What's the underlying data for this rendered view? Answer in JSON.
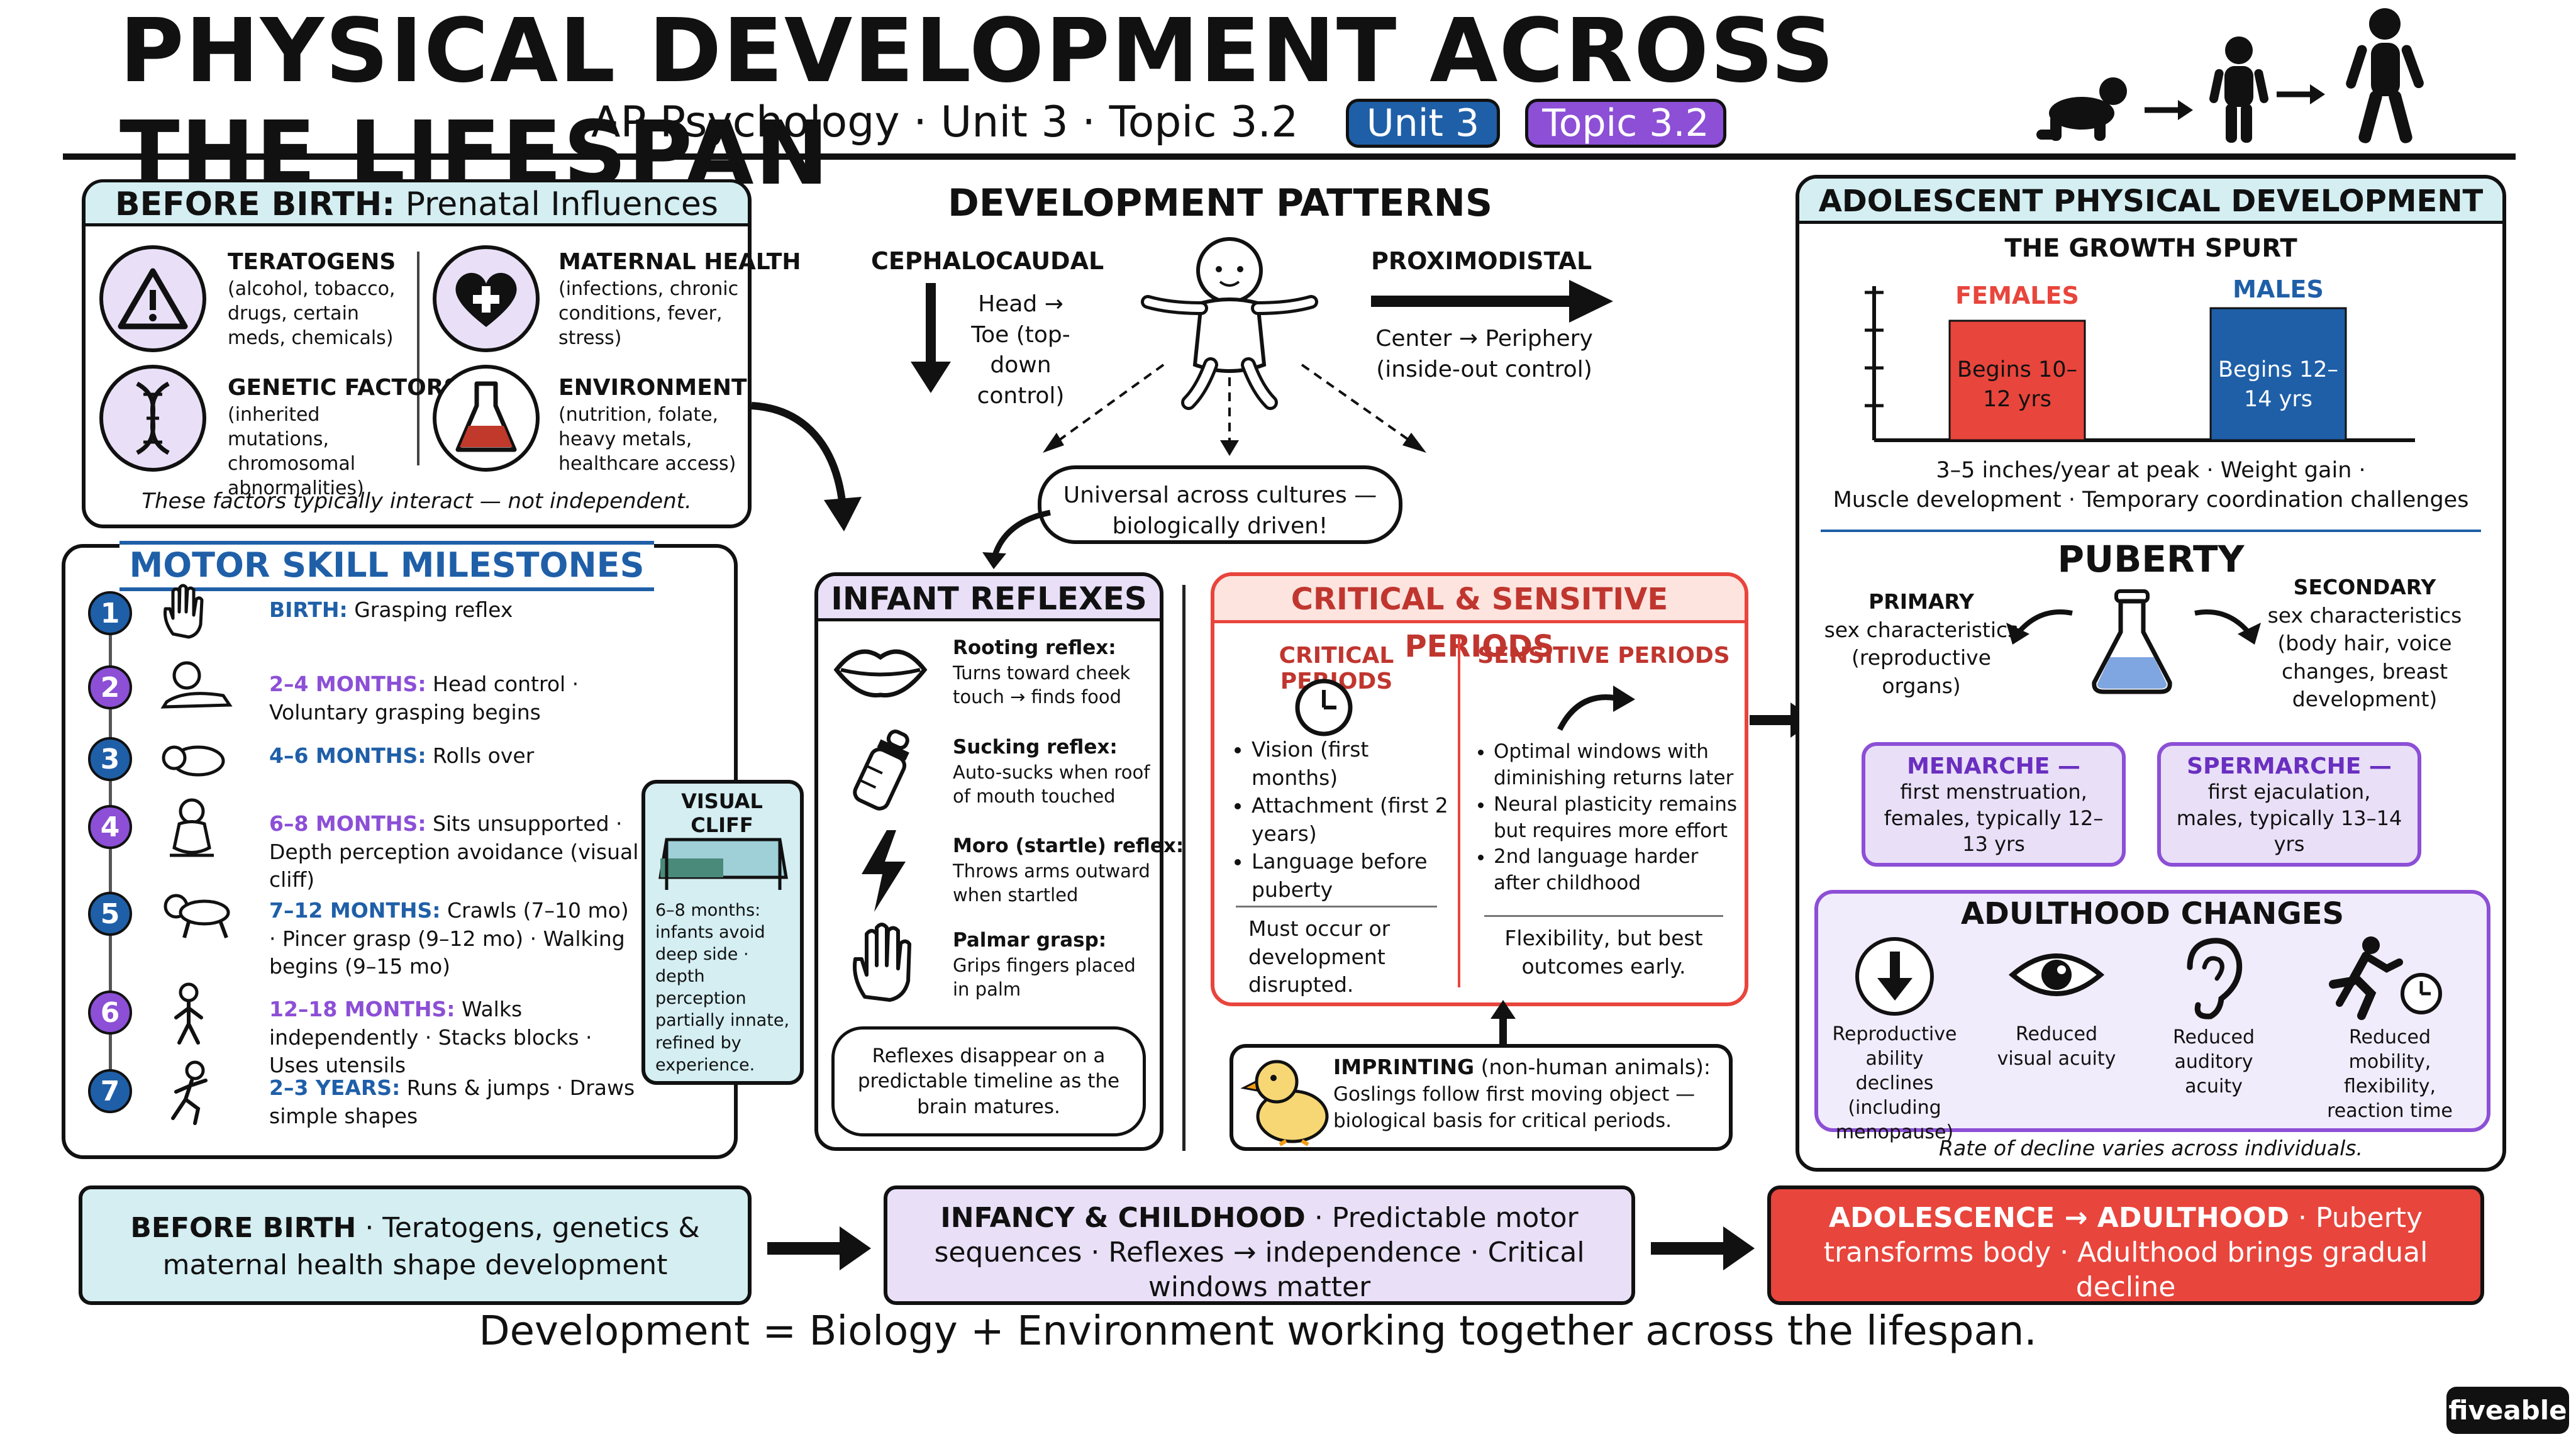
{
  "header": {
    "title": "PHYSICAL DEVELOPMENT ACROSS THE LIFESPAN",
    "subtitle": "AP Psychology · Unit 3 · Topic 3.2",
    "badges": [
      {
        "label": "Unit 3",
        "color": "#1f5fa8"
      },
      {
        "label": "Topic 3.2",
        "color": "#8c4fd6"
      }
    ],
    "icons": [
      "crawling-baby-icon",
      "toddler-icon",
      "walking-child-icon"
    ]
  },
  "prenatal": {
    "title_bold": "BEFORE BIRTH:",
    "title_rest": "Prenatal Influences",
    "items": [
      {
        "title": "TERATOGENS",
        "desc": "(alcohol, tobacco, drugs, certain meds, chemicals)",
        "icon": "warning-icon"
      },
      {
        "title": "MATERNAL HEALTH",
        "desc": "(infections, chronic conditions, fever, stress)",
        "icon": "heart-plus-icon"
      },
      {
        "title": "GENETIC FACTORS",
        "desc": "(inherited mutations, chromosomal abnormalities)",
        "icon": "dna-icon"
      },
      {
        "title": "ENVIRONMENT",
        "desc": "(nutrition, folate, heavy metals, healthcare access)",
        "icon": "flask-icon"
      }
    ],
    "note": "These factors typically interact — not independent."
  },
  "patterns": {
    "title": "DEVELOPMENT PATTERNS",
    "cephalo_title": "CEPHALOCAUDAL",
    "cephalo_desc": "Head → Toe (top-down control)",
    "proximo_title": "PROXIMODISTAL",
    "proximo_desc": "Center → Periphery (inside-out control)",
    "bubble": "Universal across cultures — biologically driven!"
  },
  "motor": {
    "title": "MOTOR SKILL MILESTONES",
    "milestones": [
      {
        "num": "1",
        "age": "BIRTH:",
        "text": "Grasping reflex",
        "color": "#1f5fa8"
      },
      {
        "num": "2",
        "age": "2–4 MONTHS:",
        "text": "Head control · Voluntary grasping begins",
        "color": "#8c4fd6"
      },
      {
        "num": "3",
        "age": "4–6 MONTHS:",
        "text": "Rolls over",
        "color": "#1f5fa8"
      },
      {
        "num": "4",
        "age": "6–8 MONTHS:",
        "text": "Sits unsupported · Depth perception avoidance (visual cliff)",
        "color": "#8c4fd6"
      },
      {
        "num": "5",
        "age": "7–12 MONTHS:",
        "text": "Crawls (7–10 mo) · Pincer grasp (9–12 mo) · Walking begins (9–15 mo)",
        "color": "#1f5fa8"
      },
      {
        "num": "6",
        "age": "12–18 MONTHS:",
        "text": "Walks independently · Stacks blocks · Uses utensils",
        "color": "#8c4fd6"
      },
      {
        "num": "7",
        "age": "2–3 YEARS:",
        "text": "Runs & jumps · Draws simple shapes",
        "color": "#1f5fa8"
      }
    ],
    "visual_cliff_title": "VISUAL CLIFF",
    "visual_cliff_text": "6–8 months: infants avoid deep side · depth perception partially innate, refined by experience."
  },
  "reflexes": {
    "title": "INFANT REFLEXES",
    "items": [
      {
        "name": "Rooting reflex:",
        "desc": "Turns toward cheek touch → finds food",
        "icon": "lips-icon"
      },
      {
        "name": "Sucking reflex:",
        "desc": "Auto-sucks when roof of mouth touched",
        "icon": "bottle-icon"
      },
      {
        "name": "Moro (startle) reflex:",
        "desc": "Throws arms outward when startled",
        "icon": "lightning-icon"
      },
      {
        "name": "Palmar grasp:",
        "desc": "Grips fingers placed in palm",
        "icon": "hand-icon"
      }
    ],
    "note": "Reflexes disappear on a predictable timeline as the brain matures."
  },
  "critical": {
    "title": "CRITICAL & SENSITIVE PERIODS",
    "critical_title": "CRITICAL PERIODS",
    "critical_items": [
      "Vision (first months)",
      "Attachment (first 2 years)",
      "Language before puberty"
    ],
    "critical_note": "Must occur or development disrupted.",
    "sensitive_title": "SENSITIVE PERIODS",
    "sensitive_items": [
      "Optimal windows with diminishing returns later",
      "Neural plasticity remains but requires more effort",
      "2nd language harder after childhood"
    ],
    "sensitive_note": "Flexibility, but best outcomes early.",
    "imprint_bold": "IMPRINTING",
    "imprint_rest": "(non-human animals):",
    "imprint_desc": "Goslings follow first moving object — biological basis for critical periods."
  },
  "adolescent": {
    "title": "ADOLESCENT PHYSICAL DEVELOPMENT",
    "growth_title": "THE GROWTH SPURT",
    "females_label": "FEMALES",
    "females_bar": "Begins 10–12 yrs",
    "males_label": "MALES",
    "males_bar": "Begins 12–14 yrs",
    "growth_note_1": "3–5 inches/year at peak · Weight gain ·",
    "growth_note_2": "Muscle development · Temporary coordination challenges",
    "puberty_title": "PUBERTY",
    "primary_bold": "PRIMARY",
    "primary_rest": "sex characteristics (reproductive organs)",
    "secondary_bold": "SECONDARY",
    "secondary_rest": "sex characteristics (body hair, voice changes, breast development)",
    "menarche_title": "MENARCHE —",
    "menarche_desc": "first menstruation, females, typically 12–13 yrs",
    "spermarche_title": "SPERMARCHE —",
    "spermarche_desc": "first ejaculation, males, typically 13–14 yrs",
    "adult_title": "ADULTHOOD CHANGES",
    "adult_items": [
      {
        "text": "Reproductive ability declines (including menopause)",
        "icon": "down-arrow-icon"
      },
      {
        "text": "Reduced visual acuity",
        "icon": "eye-icon"
      },
      {
        "text": "Reduced auditory acuity",
        "icon": "ear-icon"
      },
      {
        "text": "Reduced mobility, flexibility, reaction time",
        "icon": "runner-clock-icon"
      }
    ],
    "adult_note": "Rate of decline varies across individuals."
  },
  "summary": {
    "s1_bold": "BEFORE BIRTH",
    "s1_rest": "· Teratogens, genetics & maternal health shape development",
    "s2_bold": "INFANCY & CHILDHOOD",
    "s2_rest": "· Predictable motor sequences · Reflexes → independence · Critical windows matter",
    "s3_bold": "ADOLESCENCE → ADULTHOOD",
    "s3_rest": "· Puberty transforms body · Adulthood brings gradual decline",
    "footer": "Development = Biology + Environment working together across the lifespan.",
    "brand": "fiveable"
  },
  "colors": {
    "teal_bg": "#d4eef2",
    "purple_bg": "#e9e0f8",
    "red": "#e8453c",
    "blue": "#1f5fa8",
    "purple": "#8c4fd6",
    "bar_female": "#e8453c",
    "bar_male": "#1f5fa8"
  }
}
